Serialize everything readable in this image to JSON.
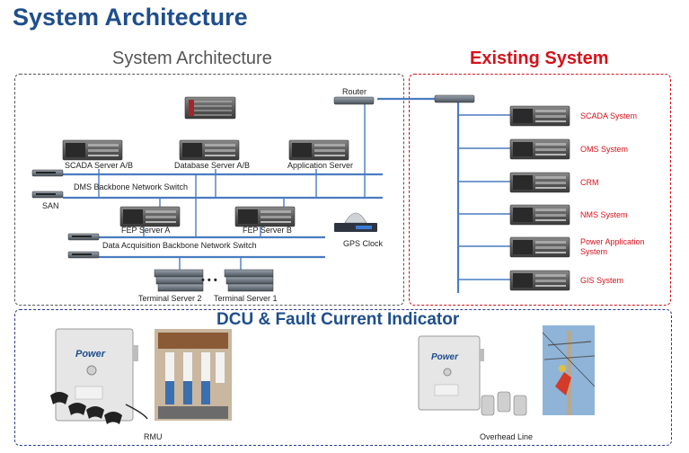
{
  "title": "System Architecture",
  "left_panel": {
    "heading": "System Architecture",
    "router": "Router",
    "scada_server": "SCADA Server A/B",
    "database_server": "Database Server A/B",
    "application_server": "Application Server",
    "dms_switch": "DMS Backbone Network Switch",
    "san": "SAN",
    "fep_a": "FEP Server A",
    "fep_b": "FEP Server B",
    "gps_clock": "GPS Clock",
    "daq_switch": "Data Acquisition Backbone Network Switch",
    "terminal_2": "Terminal Server 2",
    "terminal_1": "Terminal Server 1",
    "dots": "• • •"
  },
  "right_panel": {
    "heading": "Existing System",
    "systems": [
      "SCADA System",
      "OMS System",
      "CRM",
      "NMS System",
      "Power Application System",
      "GIS System"
    ]
  },
  "bottom_panel": {
    "heading": "DCU & Fault Current Indicator",
    "rmu_label": "RMU",
    "overhead_label": "Overhead Line",
    "brand": "Power"
  },
  "colors": {
    "title_blue": "#1f4e8c",
    "existing_red": "#d4121b",
    "network_blue": "#4a7cc0",
    "left_border": "#555555",
    "bottom_border": "#2b3a8c"
  }
}
